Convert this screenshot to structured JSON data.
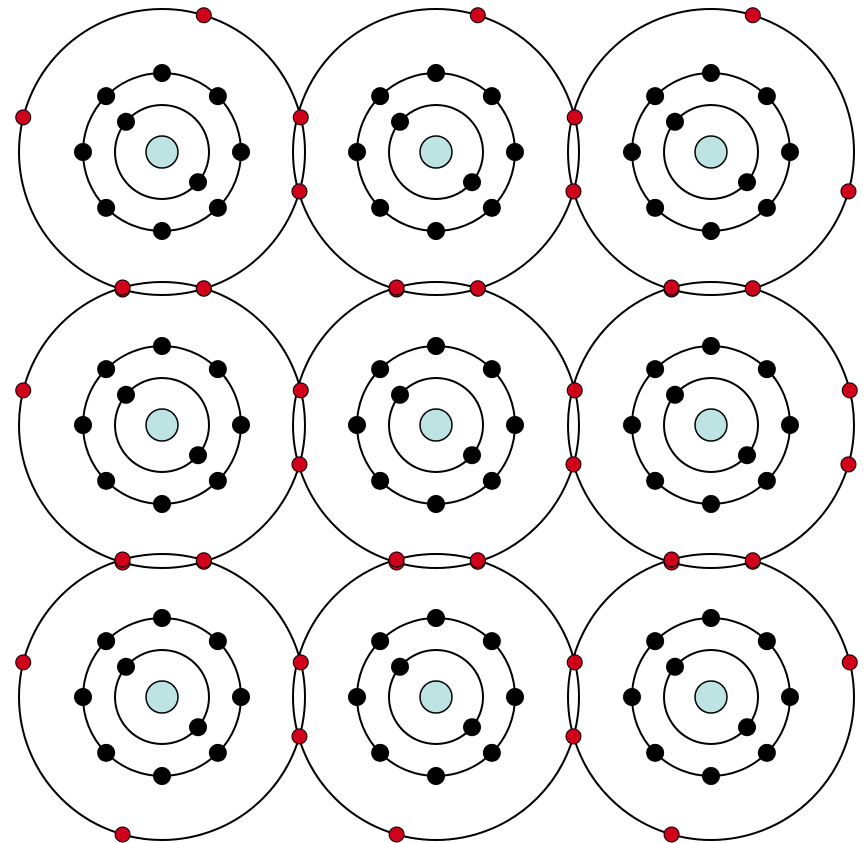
{
  "diagram": {
    "kind": "atom-lattice",
    "rows": 3,
    "cols": 3,
    "atom": {
      "inner_shell_electrons": 2,
      "middle_shell_electrons": 8,
      "outer_shell_electrons_drawn": 4
    },
    "colors": {
      "background": "#ffffff",
      "stroke": "#000000",
      "nucleus_fill": "#bde3e3",
      "core_electron": "#000000",
      "valence_electron": "#d0021b"
    },
    "valence_layout": [
      [
        "top",
        "left",
        "right-upper",
        "right-lower",
        "bottom-left",
        "bottom-right"
      ],
      [
        "left",
        "right-upper",
        "right-lower",
        "bottom-left",
        "bottom-right",
        "top-left",
        "top-right"
      ],
      [
        "left",
        "right-upper",
        "right-lower",
        "bottom-left",
        "top-left",
        "top-right"
      ]
    ]
  }
}
